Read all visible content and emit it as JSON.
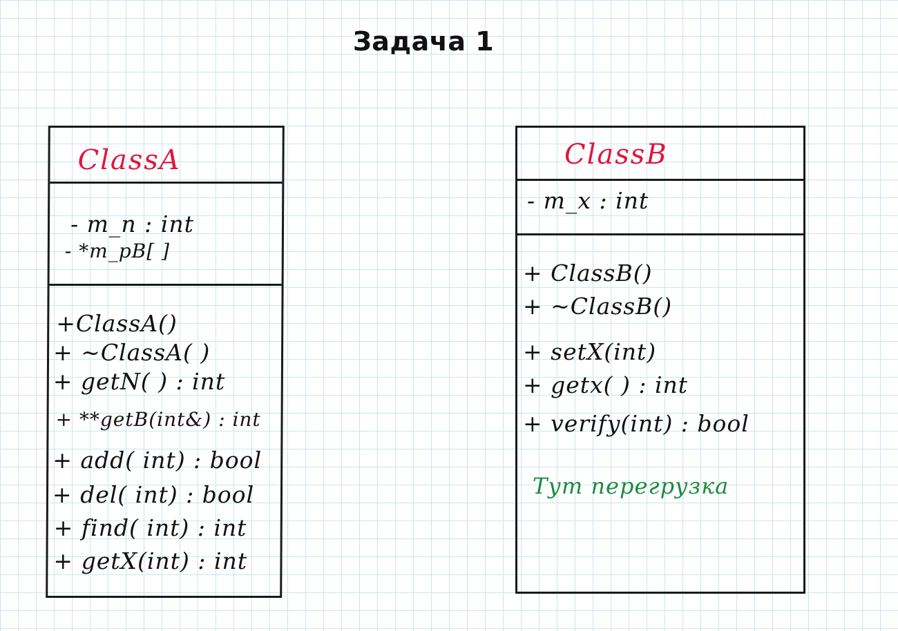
{
  "title": "Задача 1",
  "colors": {
    "class_name": "#e0163e",
    "note": "#1e8a3e",
    "ink": "#111111",
    "grid": "#cfe3ef"
  },
  "class_a": {
    "name": "ClassA",
    "attributes": [
      "- m_n : int",
      "- *m_pB[ ]"
    ],
    "methods": [
      "+ClassA()",
      "+ ~ClassA( )",
      "+ getN( ) : int",
      "+ **getB(int&) : int",
      "+ add( int) : bool",
      "+ del( int) : bool",
      "+ find( int) : int",
      "+ getX(int) : int"
    ]
  },
  "class_b": {
    "name": "ClassB",
    "attributes": [
      "- m_x : int"
    ],
    "methods": [
      "+ ClassB()",
      "+ ~ClassB()",
      "+ setX(int)",
      "+ getx( ) : int",
      "+ verify(int) : bool"
    ],
    "note": "Тут перегрузка"
  }
}
